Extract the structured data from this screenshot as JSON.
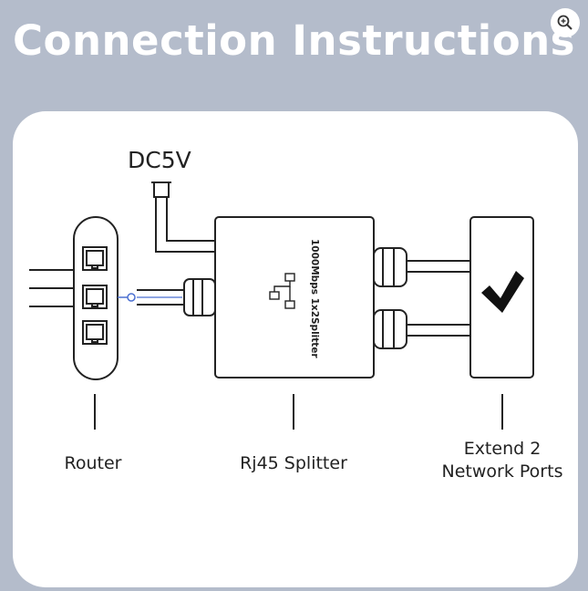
{
  "title": "Connection Instructions",
  "labels": {
    "power": "DC5V",
    "router": "Router",
    "splitter": "Rj45 Splitter",
    "ports_line1": "Extend 2",
    "ports_line2": "Network Ports",
    "device_text": "1000Mbps 1x2Splitter"
  },
  "icons": {
    "zoom": "zoom-icon",
    "check": "checkmark-icon",
    "network": "network-topology-icon",
    "ethernet": "ethernet-port-icon"
  },
  "colors": {
    "background": "#b4bccb",
    "card": "#ffffff",
    "stroke": "#222222",
    "plug": "#4a6fd1"
  }
}
